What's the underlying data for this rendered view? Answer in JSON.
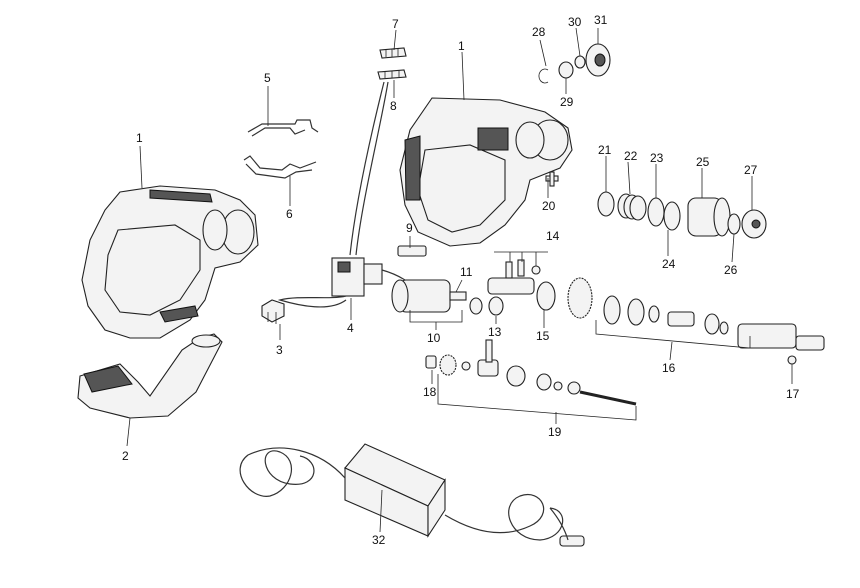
{
  "callouts": [
    {
      "id": "c1a",
      "text": "1"
    },
    {
      "id": "c1b",
      "text": "1"
    },
    {
      "id": "c2",
      "text": "2"
    },
    {
      "id": "c3",
      "text": "3"
    },
    {
      "id": "c4",
      "text": "4"
    },
    {
      "id": "c5",
      "text": "5"
    },
    {
      "id": "c6",
      "text": "6"
    },
    {
      "id": "c7",
      "text": "7"
    },
    {
      "id": "c8",
      "text": "8"
    },
    {
      "id": "c9",
      "text": "9"
    },
    {
      "id": "c10",
      "text": "10"
    },
    {
      "id": "c11",
      "text": "11"
    },
    {
      "id": "c13",
      "text": "13"
    },
    {
      "id": "c14",
      "text": "14"
    },
    {
      "id": "c15",
      "text": "15"
    },
    {
      "id": "c16",
      "text": "16"
    },
    {
      "id": "c17",
      "text": "17"
    },
    {
      "id": "c18",
      "text": "18"
    },
    {
      "id": "c19",
      "text": "19"
    },
    {
      "id": "c20",
      "text": "20"
    },
    {
      "id": "c21",
      "text": "21"
    },
    {
      "id": "c22",
      "text": "22"
    },
    {
      "id": "c23",
      "text": "23"
    },
    {
      "id": "c24",
      "text": "24"
    },
    {
      "id": "c25",
      "text": "25"
    },
    {
      "id": "c26",
      "text": "26"
    },
    {
      "id": "c27",
      "text": "27"
    },
    {
      "id": "c28",
      "text": "28"
    },
    {
      "id": "c29",
      "text": "29"
    },
    {
      "id": "c30",
      "text": "30"
    },
    {
      "id": "c31",
      "text": "31"
    },
    {
      "id": "c32",
      "text": "32"
    }
  ]
}
